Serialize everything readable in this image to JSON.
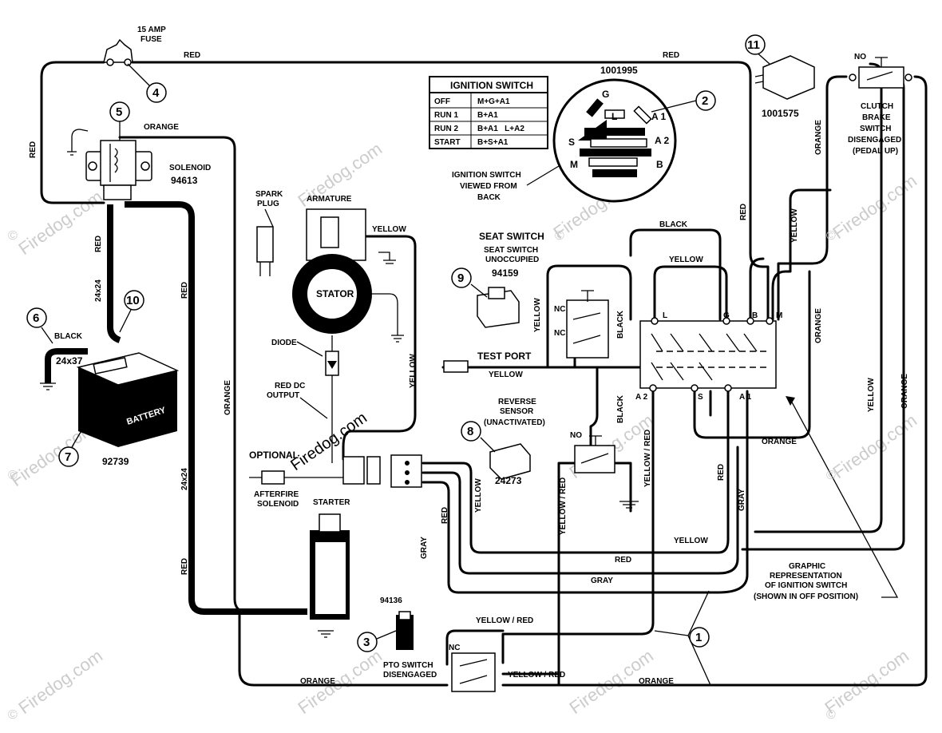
{
  "watermark": "Firedog.com",
  "copyright": "©",
  "wire_labels": {
    "red": "RED",
    "orange": "ORANGE",
    "black": "BLACK",
    "yellow": "YELLOW",
    "gray": "GRAY",
    "yellow_red": "YELLOW / RED",
    "gauge_24x24": "24x24",
    "gauge_24x37": "24x37"
  },
  "components": {
    "fuse": {
      "label_line1": "15 AMP",
      "label_line2": "FUSE",
      "ref": "4"
    },
    "solenoid": {
      "label": "SOLENOID",
      "part": "94613",
      "ref": "5"
    },
    "battery": {
      "label": "BATTERY",
      "part": "92739",
      "ref": "7"
    },
    "ground_cable": {
      "ref": "6"
    },
    "battery_cable": {
      "ref": "10"
    },
    "spark_plug": {
      "label_line1": "SPARK",
      "label_line2": "PLUG"
    },
    "armature": {
      "label": "ARMATURE"
    },
    "stator": {
      "label": "STATOR"
    },
    "diode": {
      "label": "DIODE"
    },
    "red_dc_output": {
      "label_line1": "RED DC",
      "label_line2": "OUTPUT"
    },
    "optional": {
      "label": "OPTIONAL"
    },
    "afterfire_solenoid": {
      "label_line1": "AFTERFIRE",
      "label_line2": "SOLENOID"
    },
    "starter": {
      "label": "STARTER"
    },
    "pto_switch": {
      "part": "94136",
      "label_line1": "PTO SWITCH",
      "label_line2": "DISENGAGED",
      "ref": "3",
      "nc": "NC"
    },
    "ignition_switch": {
      "part": "1001995",
      "ref": "2",
      "caption_line1": "IGNITION SWITCH",
      "caption_line2": "VIEWED FROM",
      "caption_line3": "BACK",
      "terminals": [
        "G",
        "L",
        "A 1",
        "S",
        "A 2",
        "M",
        "B"
      ]
    },
    "ignition_table": {
      "title": "IGNITION SWITCH",
      "rows": [
        [
          "OFF",
          "M+G+A1"
        ],
        [
          "RUN 1",
          "B+A1"
        ],
        [
          "RUN 2",
          "B+A1   L+A2"
        ],
        [
          "START",
          "B+S+A1"
        ]
      ]
    },
    "seat_switch": {
      "label": "SEAT SWITCH",
      "sub_line1": "SEAT SWITCH",
      "sub_line2": "UNOCCUPIED",
      "part": "94159",
      "ref": "9",
      "nc": "NC"
    },
    "test_port": {
      "label": "TEST PORT"
    },
    "reverse_sensor": {
      "label_line1": "REVERSE",
      "label_line2": "SENSOR",
      "label_line3": "(UNACTIVATED)",
      "part": "24273",
      "ref": "8",
      "no": "NO"
    },
    "clutch_switch": {
      "no": "NO",
      "label_line1": "CLUTCH",
      "label_line2": "BRAKE",
      "label_line3": "SWITCH",
      "label_line4": "DISENGAGED",
      "label_line5": "(PEDAL UP)"
    },
    "relay": {
      "part": "1001575",
      "ref": "11"
    },
    "graphic_switch": {
      "terminals": [
        "L",
        "G",
        "B",
        "M",
        "A 2",
        "S",
        "A 1"
      ],
      "caption_line1": "GRAPHIC",
      "caption_line2": "REPRESENTATION",
      "caption_line3": "OF IGNITION SWITCH",
      "caption_line4": "(SHOWN IN OFF POSITION)"
    },
    "harness": {
      "ref": "1"
    }
  }
}
